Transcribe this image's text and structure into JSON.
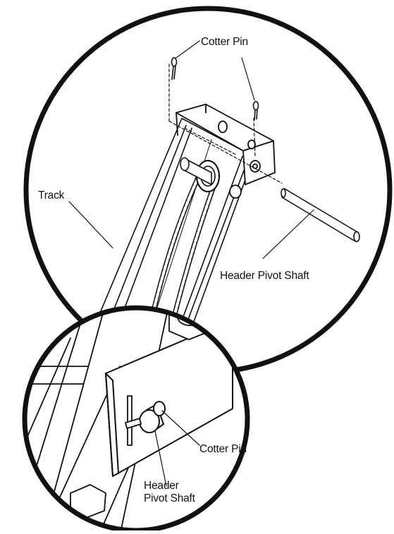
{
  "labels": {
    "cotter_pin_top": "Cotter Pin",
    "track": "Track",
    "header_pivot_shaft_top": "Header Pivot Shaft",
    "cotter_pin_detail": "Cotter Pin",
    "header_pivot_shaft_detail_line1": "Header",
    "header_pivot_shaft_detail_line2": "Pivot Shaft"
  },
  "colors": {
    "ink": "#111111",
    "paper": "#ffffff"
  }
}
